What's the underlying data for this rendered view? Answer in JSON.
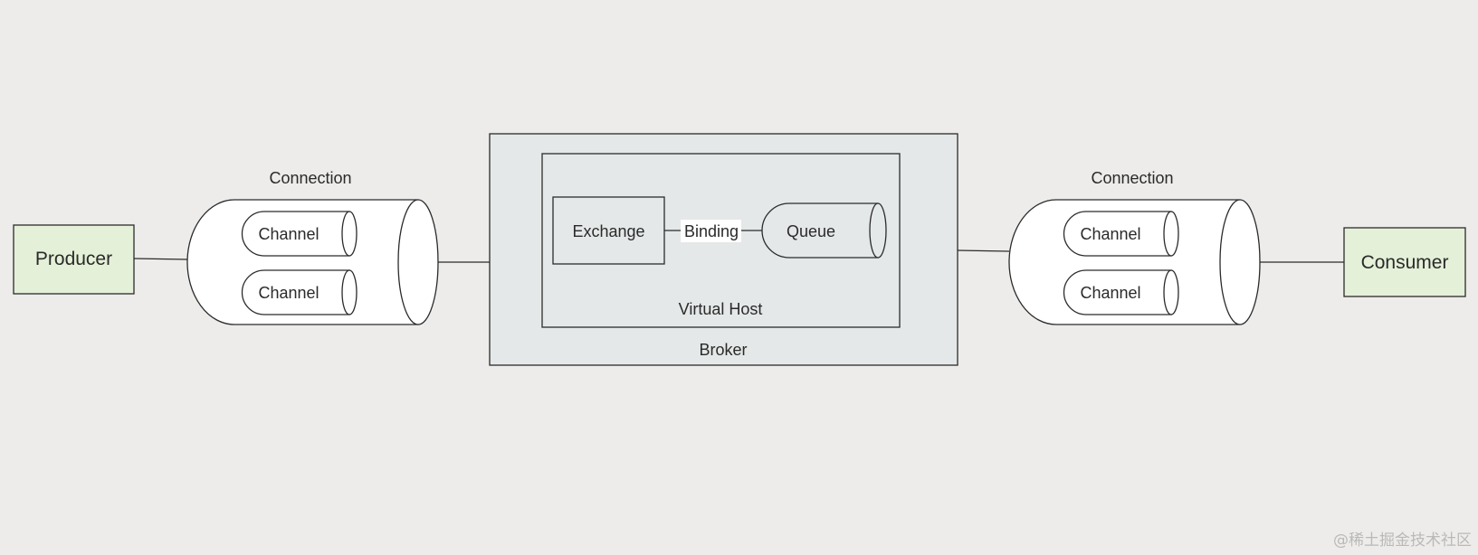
{
  "producer": {
    "label": "Producer"
  },
  "consumer": {
    "label": "Consumer"
  },
  "left_connection": {
    "label": "Connection",
    "channels": [
      "Channel",
      "Channel"
    ]
  },
  "right_connection": {
    "label": "Connection",
    "channels": [
      "Channel",
      "Channel"
    ]
  },
  "broker": {
    "label": "Broker",
    "virtual_host": {
      "label": "Virtual Host",
      "exchange": "Exchange",
      "binding": "Binding",
      "queue": "Queue"
    }
  },
  "watermark": "@稀土掘金技术社区",
  "colors": {
    "background": "#edecea",
    "client_fill": "#e4f0d8",
    "broker_fill": "#e5e8e8",
    "stroke": "#2b2b2b"
  }
}
